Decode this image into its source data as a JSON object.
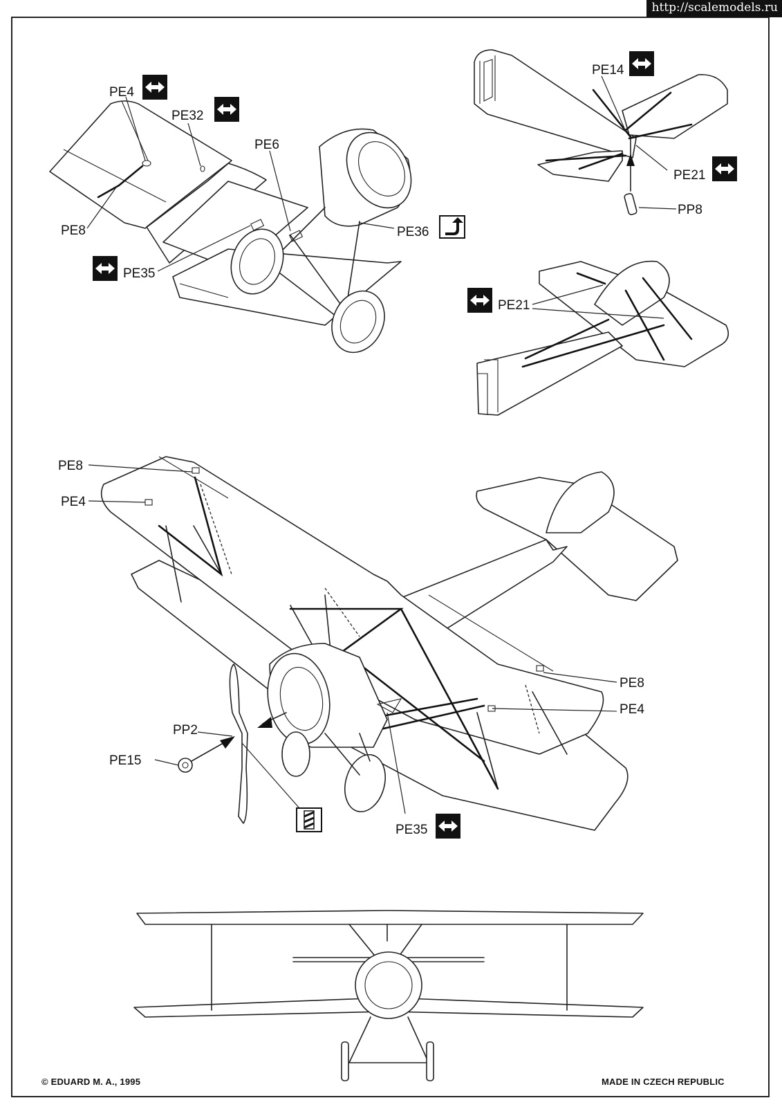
{
  "watermark": "http://scalemodels.ru",
  "labels": {
    "pe4_a": "PE4",
    "pe32": "PE32",
    "pe6": "PE6",
    "pe8_a": "PE8",
    "pe36": "PE36",
    "pe35_a": "PE35",
    "pe14": "PE14",
    "pe21_a": "PE21",
    "pp8": "PP8",
    "pe21_b": "PE21",
    "pe8_b": "PE8",
    "pe4_b": "PE4",
    "pe8_c": "PE8",
    "pe4_c": "PE4",
    "pp2": "PP2",
    "pe15": "PE15",
    "pe35_b": "PE35"
  },
  "footer": {
    "copyright": "© EDUARD M. A., 1995",
    "origin": "MADE IN CZECH REPUBLIC"
  },
  "icons": {
    "both_sides": "both-sides-symmetry-icon",
    "bend": "bend-up-icon",
    "striped": "striped-paint-icon"
  }
}
